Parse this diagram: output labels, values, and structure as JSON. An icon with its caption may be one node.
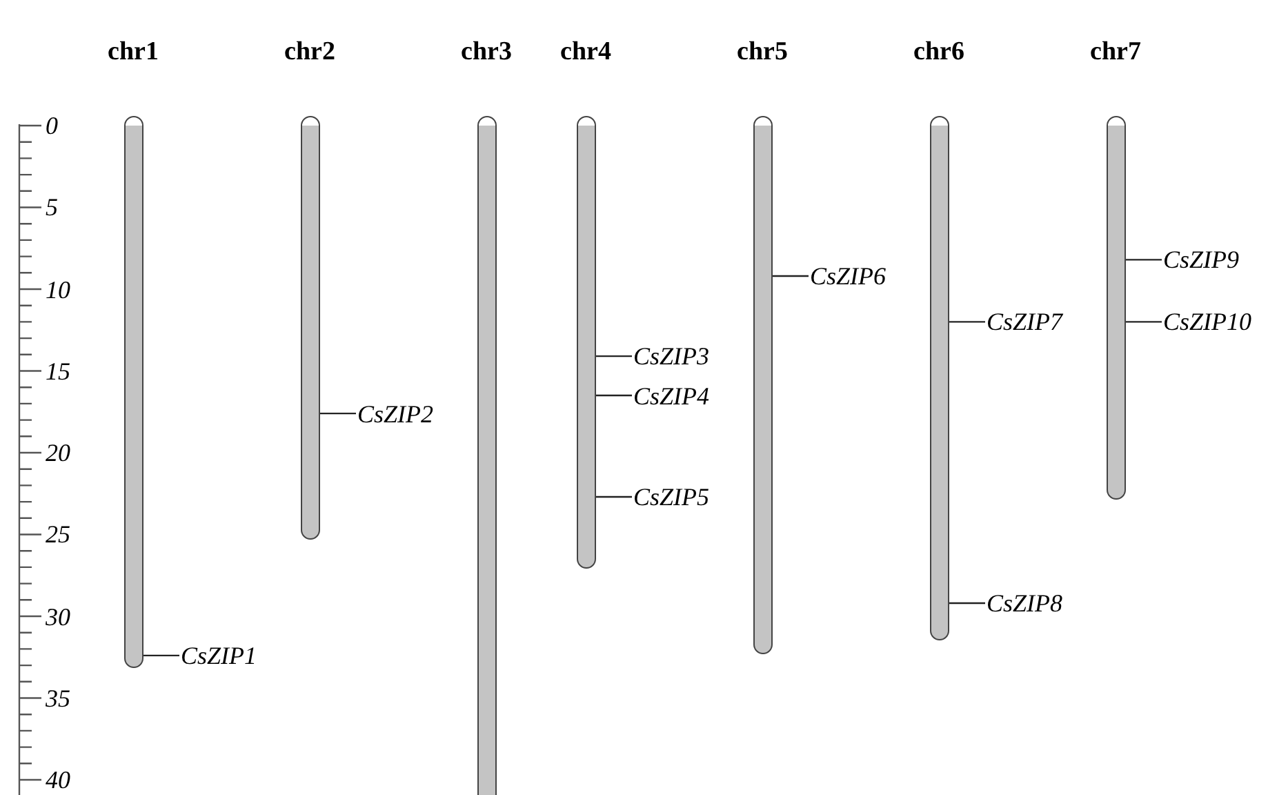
{
  "diagram": {
    "nodes": [
      {
        "text": [
          "chr1"
        ]
      },
      {
        "text": [
          "chr2"
        ]
      },
      {
        "text": [
          "chr3"
        ]
      },
      {
        "text": [
          "chr4"
        ]
      },
      {
        "text": [
          "chr5"
        ]
      },
      {
        "text": [
          "chr6"
        ]
      },
      {
        "text": [
          "chr7"
        ]
      },
      {
        "text": [
          "CsZIP1"
        ]
      },
      {
        "text": [
          "CsZIP2"
        ]
      },
      {
        "text": [
          "CsZIP3"
        ]
      },
      {
        "text": [
          "CsZIP4"
        ]
      },
      {
        "text": [
          "CsZIP5"
        ]
      },
      {
        "text": [
          "CsZIP6"
        ]
      },
      {
        "text": [
          "CsZIP7"
        ]
      },
      {
        "text": [
          "CsZIP8"
        ]
      },
      {
        "text": [
          "CsZIP9"
        ]
      },
      {
        "text": [
          "CsZIP10"
        ]
      }
    ],
    "edges": [
      {
        "from": 7,
        "to": 0,
        "arrow": "none"
      },
      {
        "from": 8,
        "to": 1,
        "arrow": "none"
      },
      {
        "from": 9,
        "to": 3,
        "arrow": "none"
      },
      {
        "from": 10,
        "to": 3,
        "arrow": "none"
      },
      {
        "from": 11,
        "to": 3,
        "arrow": "none"
      },
      {
        "from": 12,
        "to": 4,
        "arrow": "none"
      },
      {
        "from": 13,
        "to": 5,
        "arrow": "none"
      },
      {
        "from": 14,
        "to": 5,
        "arrow": "none"
      },
      {
        "from": 15,
        "to": 6,
        "arrow": "none"
      },
      {
        "from": 16,
        "to": 6,
        "arrow": "none"
      }
    ],
    "labels": [
      "0",
      "5",
      "10",
      "15",
      "20",
      "25",
      "30",
      "35",
      "40"
    ]
  }
}
